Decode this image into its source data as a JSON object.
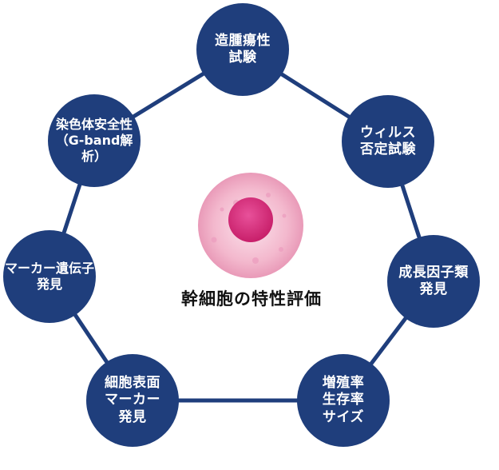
{
  "center": {
    "title": "幹細胞の特性評価"
  },
  "nodes": [
    {
      "label": "造腫瘍性\n試験"
    },
    {
      "label": "ウィルス\n否定試験"
    },
    {
      "label": "成長因子類\n発見"
    },
    {
      "label": "増殖率\n生存率\nサイズ"
    },
    {
      "label": "細胞表面\nマーカー\n発見"
    },
    {
      "label": "マーカー遺伝子\n発見"
    },
    {
      "label": "染色体安全性\n（G-band解析）"
    }
  ],
  "colors": {
    "node_fill": "#1f3e7c",
    "ring": "#1f3e7c",
    "cell_outer": "#f3b8cd",
    "cell_nucleus": "#d6307a"
  },
  "icons": {
    "center_image": "stem-cell-icon"
  }
}
